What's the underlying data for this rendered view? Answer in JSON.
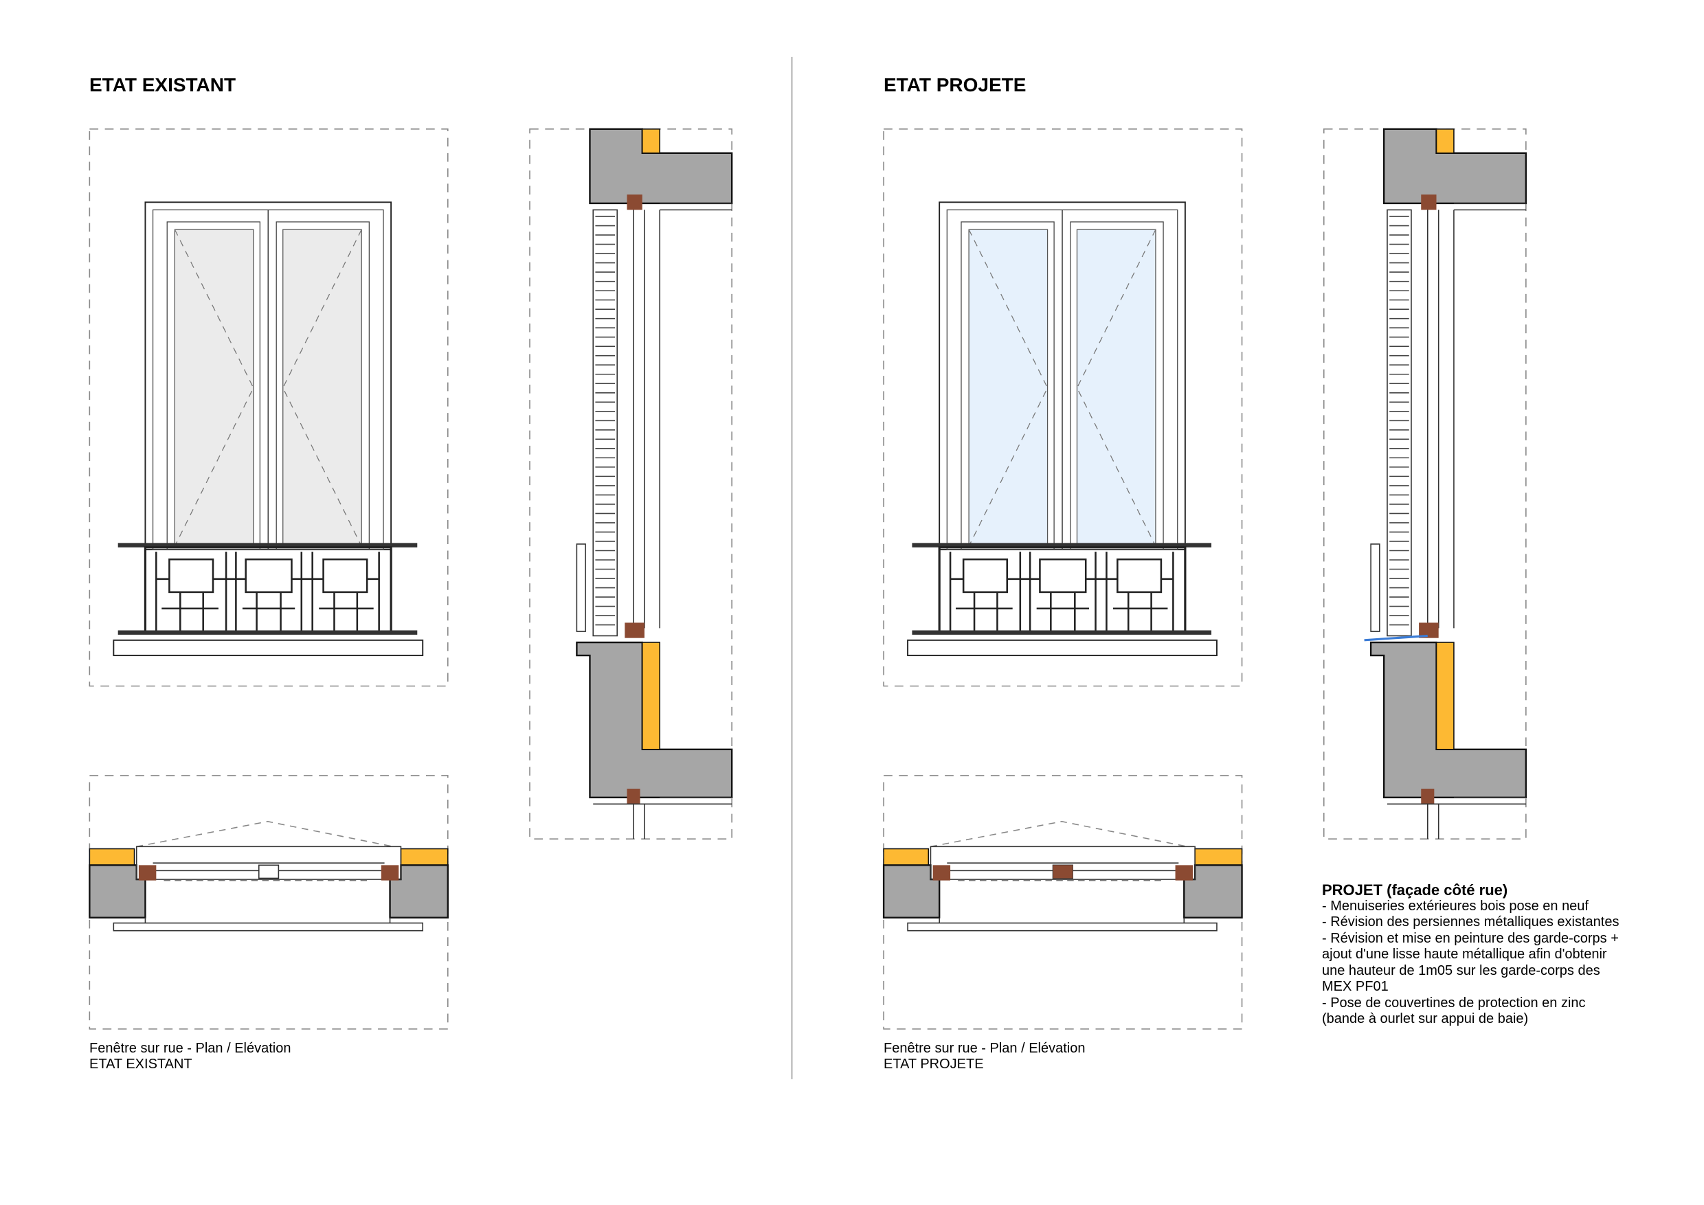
{
  "left": {
    "title": "ETAT EXISTANT",
    "caption_line1": "Fenêtre sur rue - Plan / Elévation",
    "caption_line2": "ETAT EXISTANT",
    "glass_color": "#ebebeb"
  },
  "right": {
    "title": "ETAT PROJETE",
    "caption_line1": "Fenêtre sur rue - Plan / Elévation",
    "caption_line2": "ETAT PROJETE",
    "glass_color": "#e6f1fc"
  },
  "notes": {
    "heading": "PROJET (façade côté rue)",
    "lines": [
      "- Menuiseries extérieures bois pose en neuf",
      "- Révision des persiennes métalliques existantes",
      "- Révision et mise en peinture des garde-corps +",
      "ajout d'une lisse haute métallique afin d'obtenir",
      "une hauteur de 1m05 sur les garde-corps des",
      "MEX PF01",
      "- Pose de couvertines de protection en zinc",
      "(bande à ourlet sur appui de baie)"
    ]
  },
  "colors": {
    "wall": "#a6a6a6",
    "insulation": "#fdb933",
    "wood": "#8b4a32",
    "zinc": "#3a7bd5"
  }
}
